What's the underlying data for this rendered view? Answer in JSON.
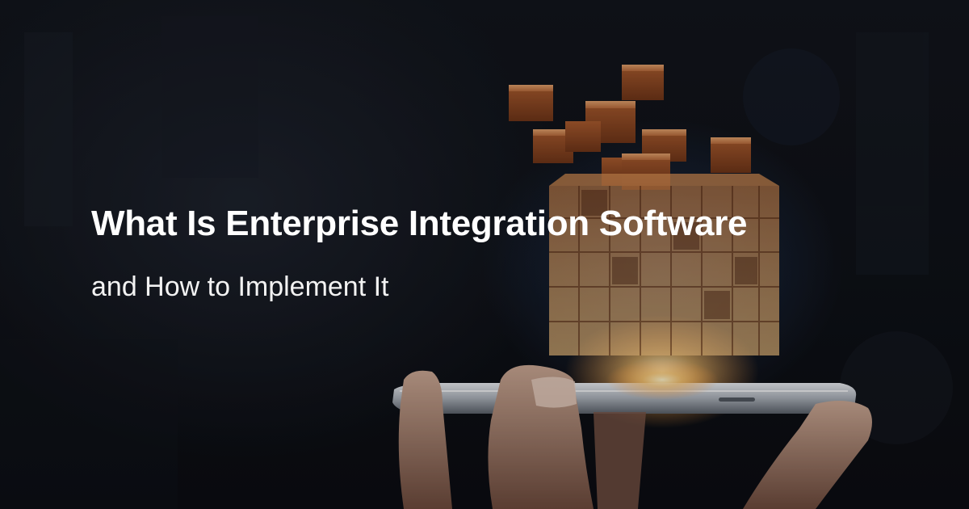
{
  "hero": {
    "title": "What Is Enterprise Integration Software",
    "subtitle": "and How to Implement It"
  },
  "image": {
    "subject": "hand-holding-smartphone-with-floating-cubes",
    "accent_color": "#c8763e",
    "glow_color": "#ffd27a",
    "background_color": "#0b0d12"
  }
}
